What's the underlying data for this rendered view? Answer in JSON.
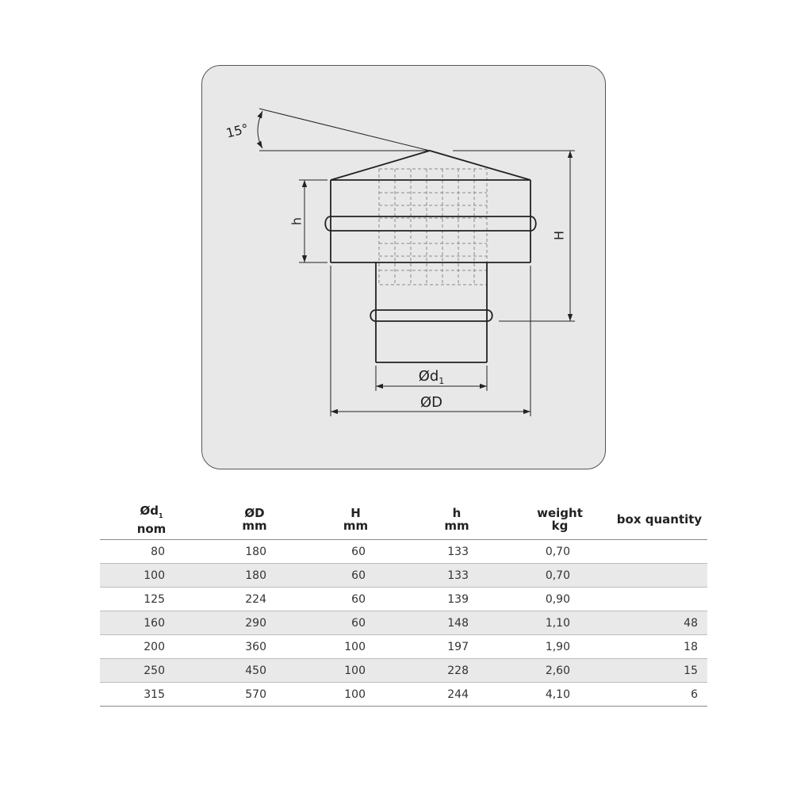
{
  "drawing": {
    "angle_label": "15°",
    "label_h": "h",
    "label_H": "H",
    "label_d1": "Ød",
    "label_d1_sub": "1",
    "label_D": "ØD"
  },
  "table": {
    "headers": [
      {
        "line1": "Ød",
        "sub": "1",
        "line2": "nom"
      },
      {
        "line1": "ØD",
        "sub": "",
        "line2": "mm"
      },
      {
        "line1": "H",
        "sub": "",
        "line2": "mm"
      },
      {
        "line1": "h",
        "sub": "",
        "line2": "mm"
      },
      {
        "line1": "weight",
        "sub": "",
        "line2": "kg"
      },
      {
        "line1": "box quantity",
        "sub": "",
        "line2": ""
      }
    ],
    "rows": [
      [
        "80",
        "180",
        "60",
        "133",
        "0,70",
        ""
      ],
      [
        "100",
        "180",
        "60",
        "133",
        "0,70",
        ""
      ],
      [
        "125",
        "224",
        "60",
        "139",
        "0,90",
        ""
      ],
      [
        "160",
        "290",
        "60",
        "148",
        "1,10",
        "48"
      ],
      [
        "200",
        "360",
        "100",
        "197",
        "1,90",
        "18"
      ],
      [
        "250",
        "450",
        "100",
        "228",
        "2,60",
        "15"
      ],
      [
        "315",
        "570",
        "100",
        "244",
        "4,10",
        "6"
      ]
    ]
  }
}
